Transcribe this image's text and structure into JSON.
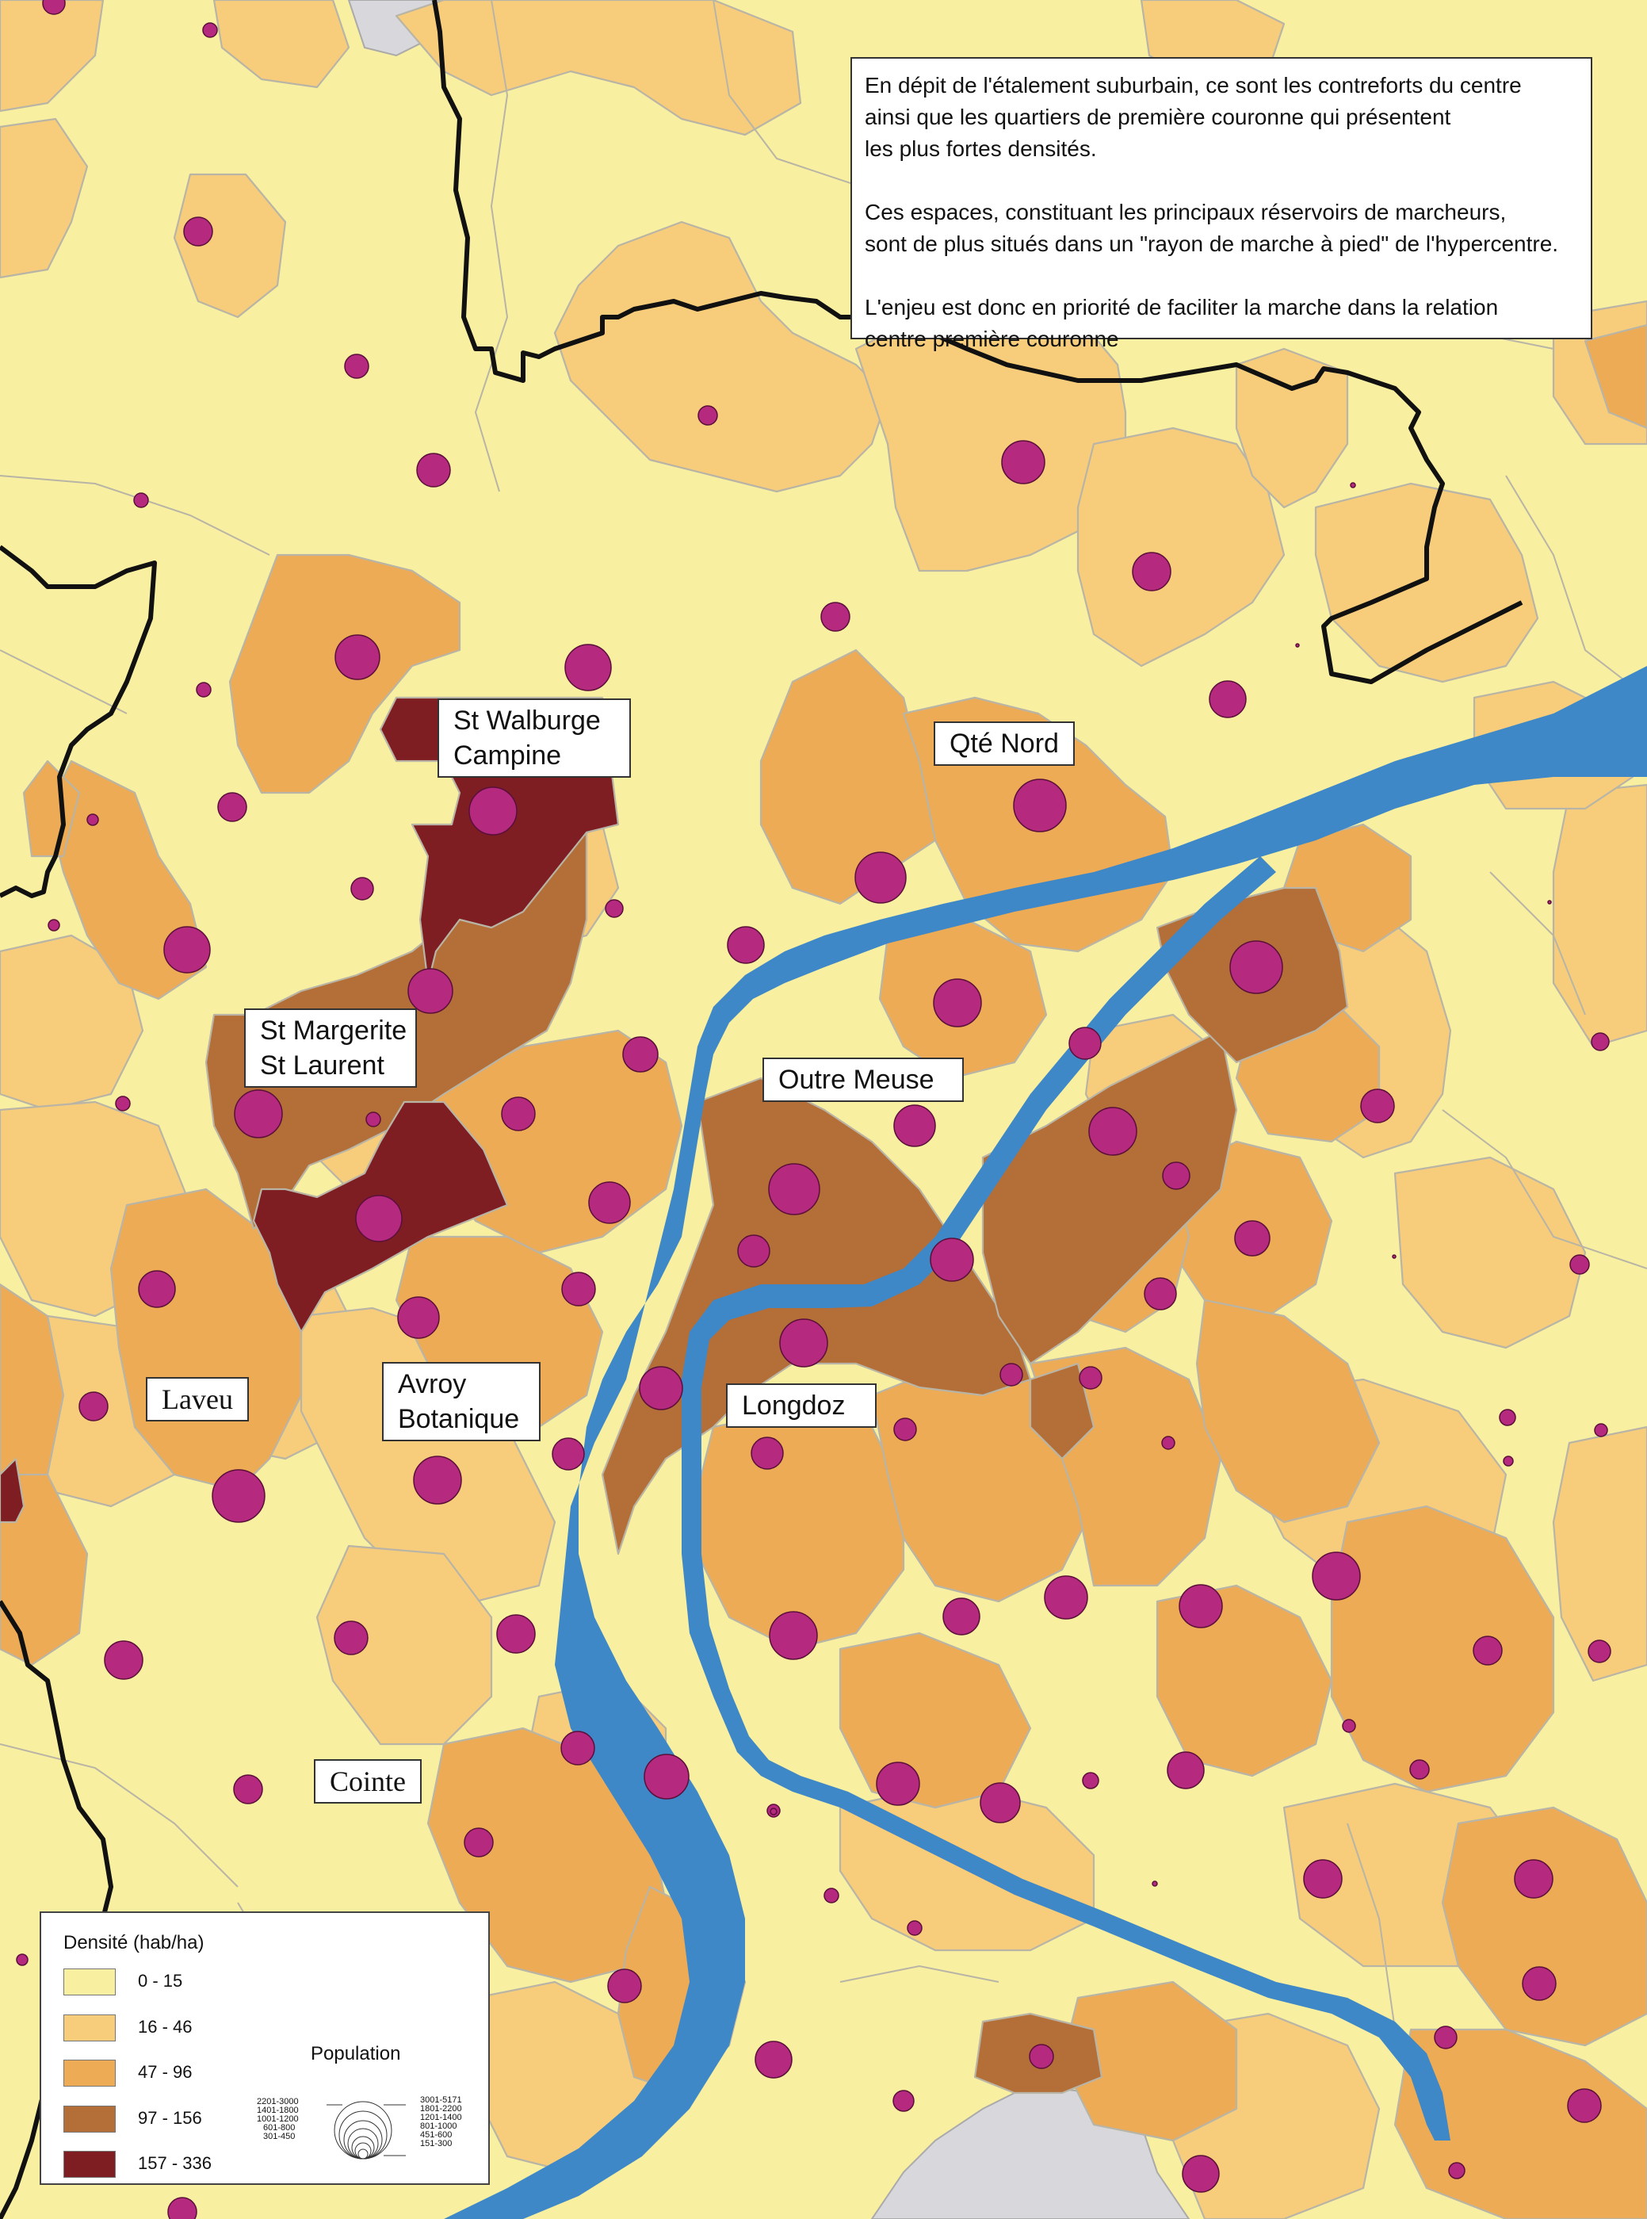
{
  "info": {
    "paragraph1": "En dépit de l'étalement suburbain, ce sont les contreforts du centre\nainsi que les quartiers de première couronne qui présentent\nles plus fortes densités.",
    "paragraph2": "Ces espaces, constituant les principaux réservoirs de marcheurs,\nsont de plus situés dans un \"rayon de marche à pied\" de l'hypercentre.",
    "paragraph3": "L'enjeu est donc en priorité de faciliter la marche dans la relation\ncentre première couronne"
  },
  "places": {
    "st_walburge": [
      "St Walburge",
      "Campine"
    ],
    "qte_nord": "Qté Nord",
    "st_margerite": [
      "St Margerite",
      "St Laurent"
    ],
    "outre_meuse": "Outre Meuse",
    "laveu": "Laveu",
    "avroy": [
      "Avroy",
      "Botanique"
    ],
    "longdoz": "Longdoz",
    "cointe": "Cointe"
  },
  "legend": {
    "density_title": "Densité (hab/ha)",
    "classes": [
      {
        "label": "0 - 15",
        "color": "#f8efa0"
      },
      {
        "label": "16 - 46",
        "color": "#f7cd7b"
      },
      {
        "label": "47 - 96",
        "color": "#eeab55"
      },
      {
        "label": "97 - 156",
        "color": "#b46e38"
      },
      {
        "label": "157 - 336",
        "color": "#7f1e22"
      }
    ],
    "population_title": "Population",
    "population_left": [
      "2201-3000",
      "1401-1800",
      "1001-1200",
      "601-800",
      "301-450"
    ],
    "population_right": [
      "3001-5171",
      "1801-2200",
      "1201-1400",
      "801-1000",
      "451-600",
      "151-300"
    ]
  },
  "colors": {
    "river": "#3e88c8",
    "dot": "#b5297f",
    "boundary": "#111111",
    "urban_gray": "#d8d8dc"
  }
}
